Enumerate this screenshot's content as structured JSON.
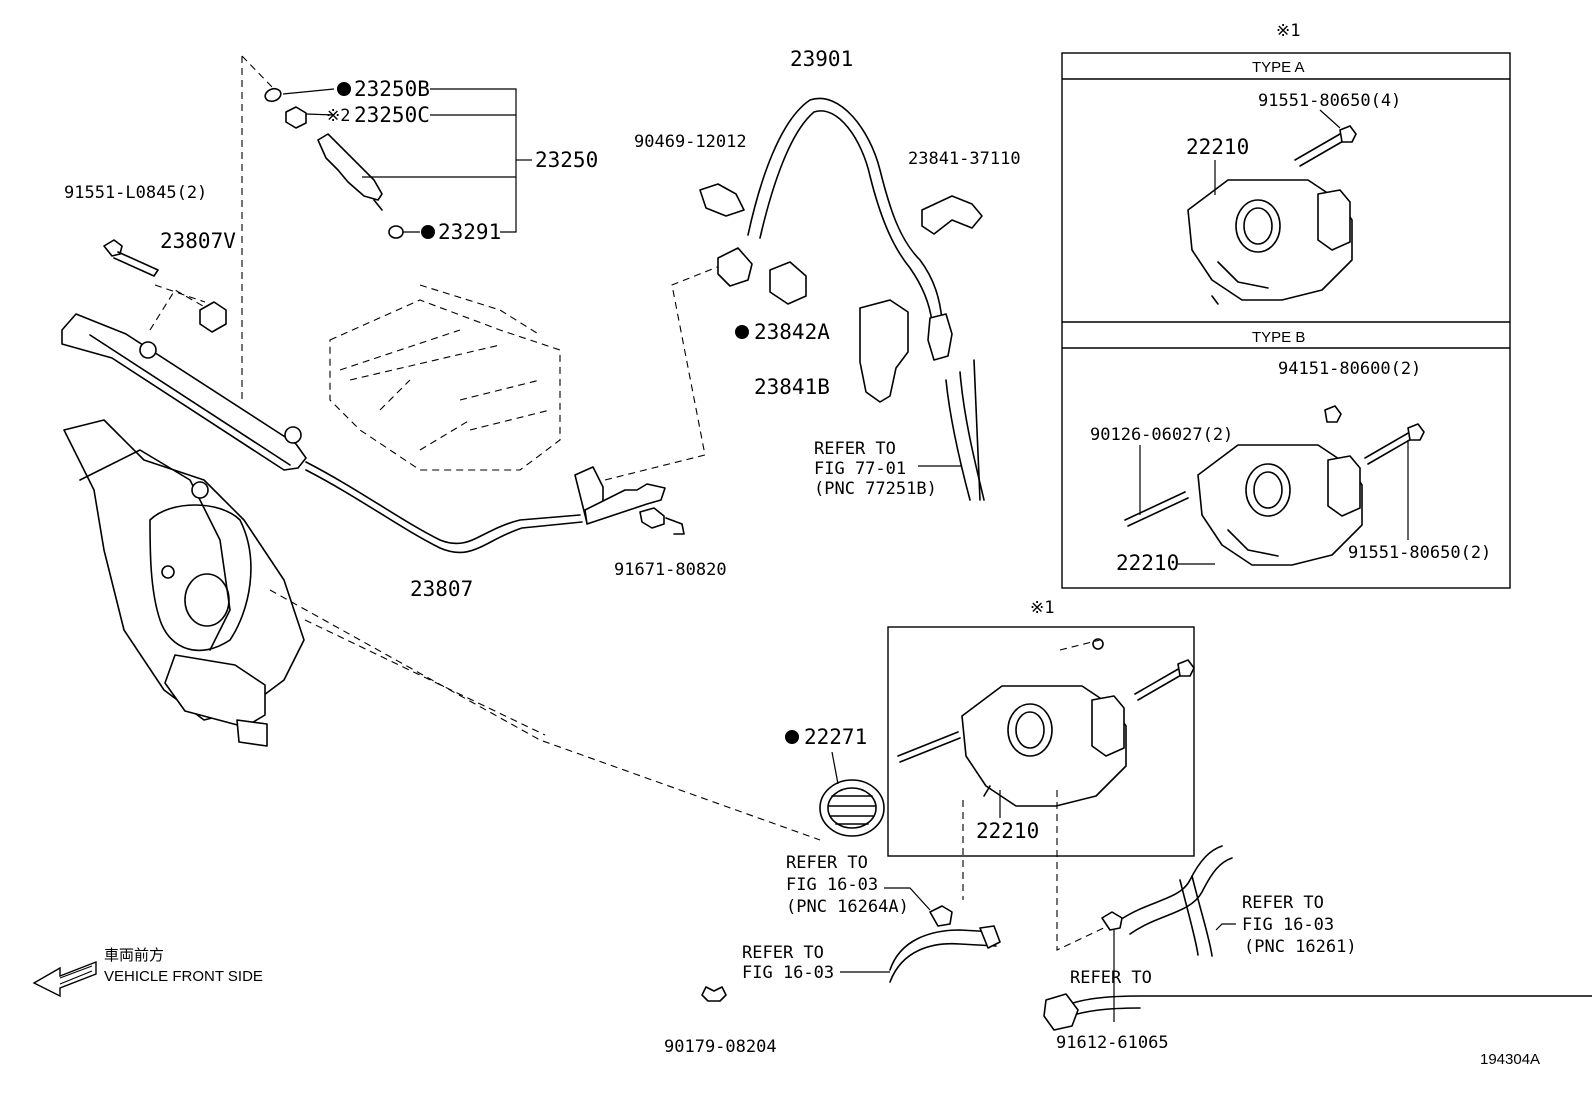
{
  "labels": {
    "p23250B": "23250B",
    "p23250C": "23250C",
    "mark2": "※2",
    "p23250": "23250",
    "p23291": "23291",
    "p91551L": "91551-L0845(2)",
    "p23807V": "23807V",
    "p23807": "23807",
    "p23901": "23901",
    "p90469": "90469-12012",
    "p23841a": "23841-37110",
    "p23842A": "23842A",
    "p23841B": "23841B",
    "refer77_1": "REFER TO",
    "refer77_2": "FIG 77-01",
    "refer77_3": "(PNC 77251B)",
    "p91671": "91671-80820",
    "markTop": "※1",
    "typeA": "TYPE A",
    "a91551": "91551-80650(4)",
    "a22210": "22210",
    "typeB": "TYPE B",
    "b94151": "94151-80600(2)",
    "b90126": "90126-06027(2)",
    "b22210": "22210",
    "b91551": "91551-80650(2)",
    "markMid": "※1",
    "m22210": "22210",
    "p22271": "22271",
    "refer16a_1": "REFER TO",
    "refer16a_2": "FIG 16-03",
    "refer16a_3": "(PNC 16264A)",
    "refer16b_1": "REFER TO",
    "refer16b_2": "FIG 16-03",
    "refer16c_1": "REFER TO",
    "refer16c_2": "FIG 16-03",
    "refer16c_3": "(PNC 16261)",
    "refer_bottom": "REFER TO",
    "p90179": "90179-08204",
    "p91612": "91612-61065",
    "front_jp": "車両前方",
    "front_en": "VEHICLE FRONT SIDE",
    "diagram_id": "194304A"
  }
}
